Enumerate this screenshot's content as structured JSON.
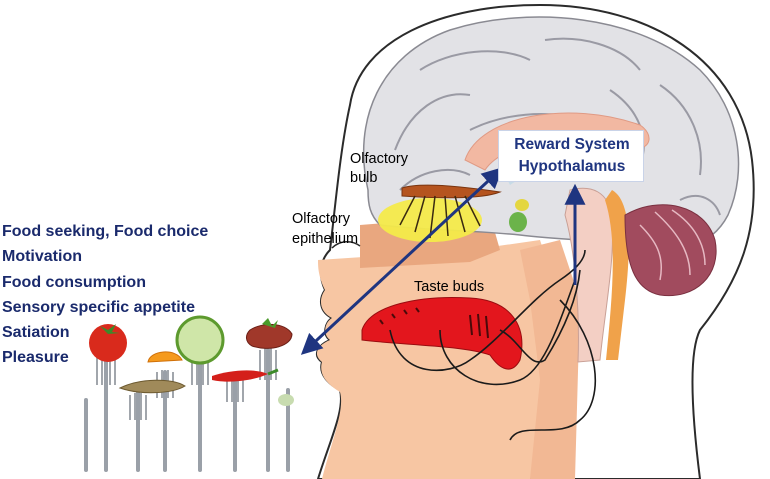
{
  "outcomes": [
    "Food seeking, Food choice",
    "Motivation",
    "Food consumption",
    "Sensory specific appetite",
    "Satiation",
    "Pleasure"
  ],
  "labels": {
    "olfactory_bulb": [
      "Olfactory",
      "bulb"
    ],
    "olfactory_epithelium": [
      "Olfactory",
      "epithelium"
    ],
    "taste_buds": "Taste buds",
    "reward_system": "Reward System",
    "hypothalamus": "Hypothalamus"
  },
  "colors": {
    "outcome_text": "#1a2a6c",
    "arrow": "#1f3580",
    "skin": "#f7c6a3",
    "skin_dark": "#e9a77f",
    "brain_cortex": "#e2e2e6",
    "tongue": "#e3161d",
    "olfactory_bulb": "#b5541f",
    "epithelium": "#f4ea4a",
    "cerebellum": "#a14b5e",
    "fork": "#9aa0a8"
  }
}
